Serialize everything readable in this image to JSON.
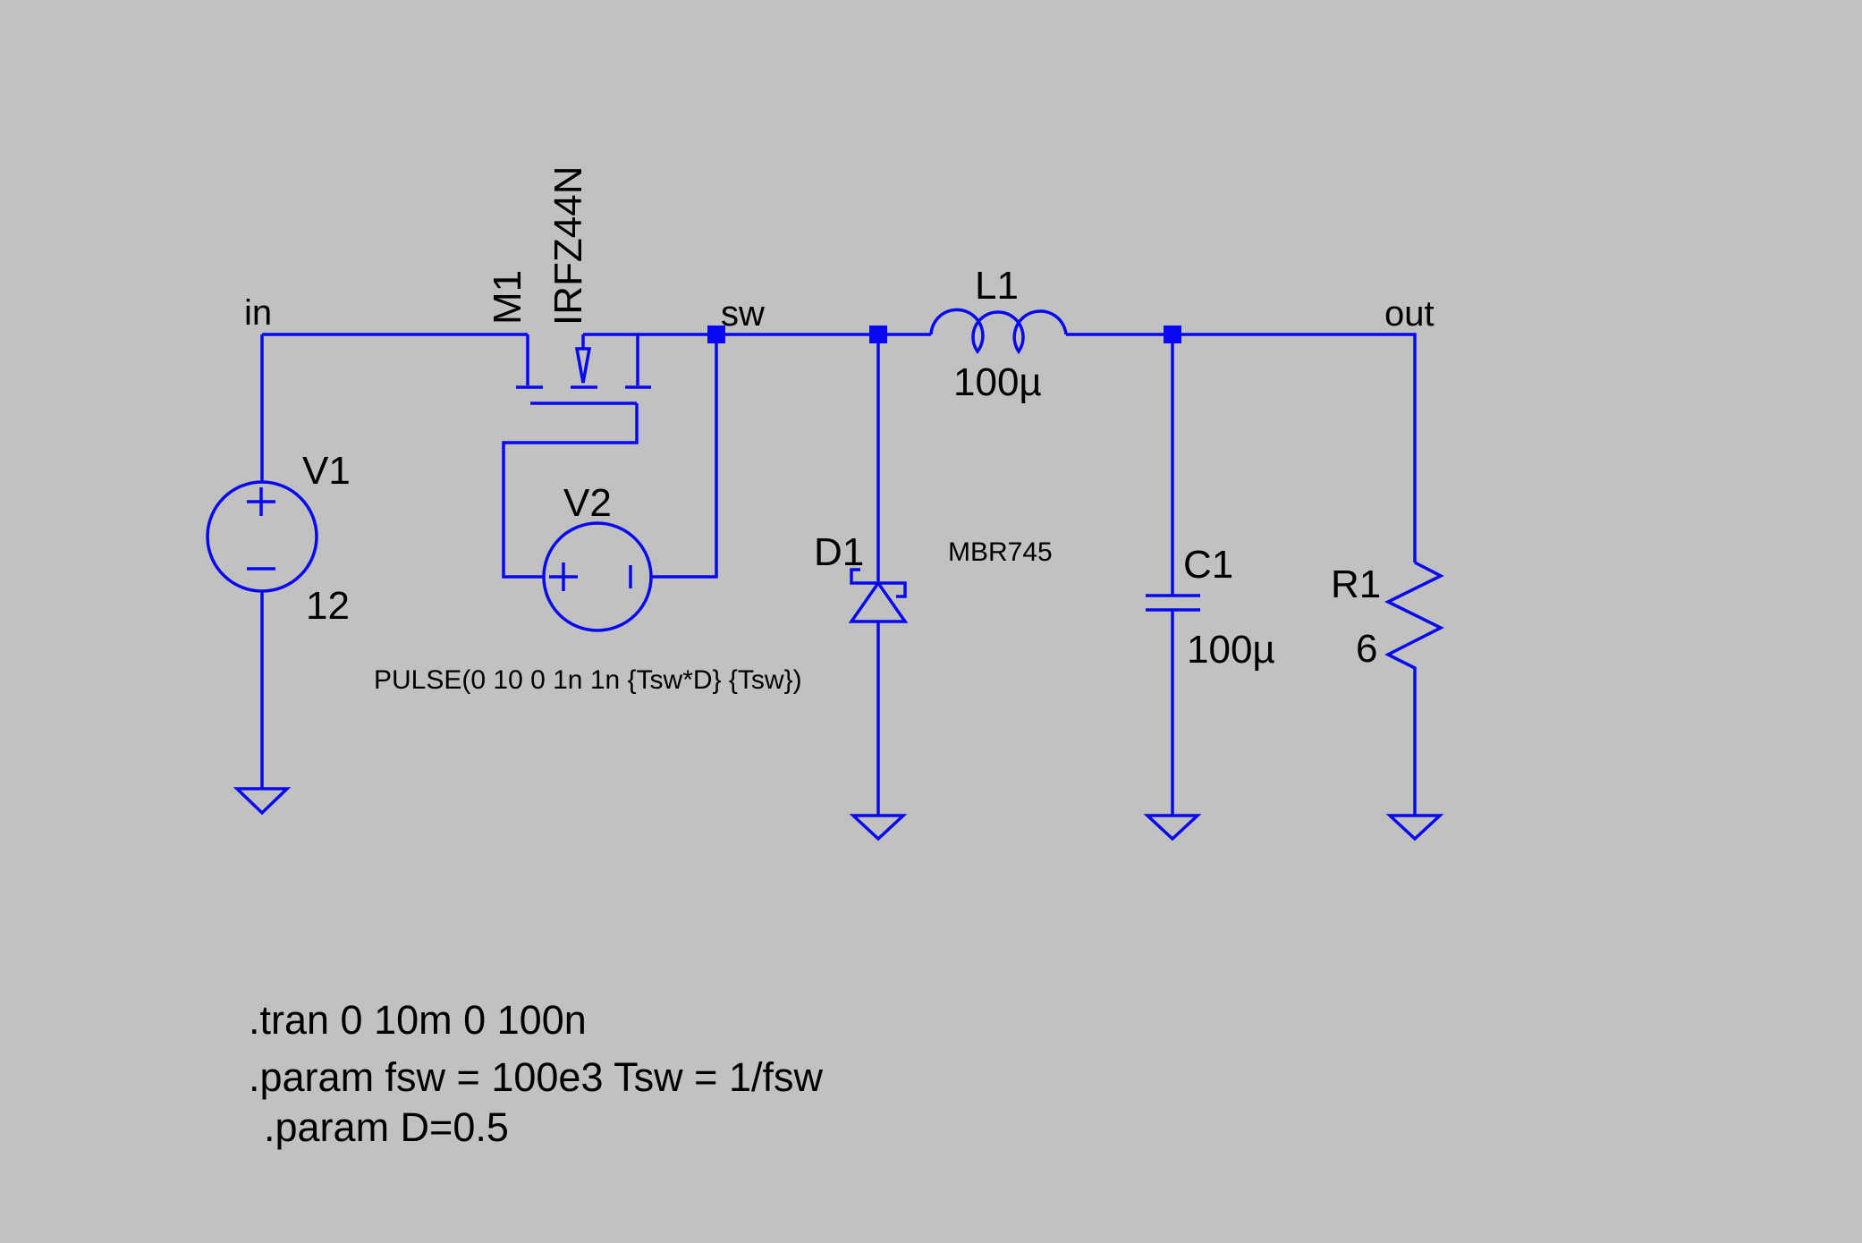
{
  "schematic": {
    "colors": {
      "background": "#c1c1c1",
      "wire": "#0808f0",
      "text": "#000000"
    },
    "net_labels": {
      "in": "in",
      "sw": "sw",
      "out": "out"
    },
    "components": {
      "V1": {
        "ref": "V1",
        "value": "12"
      },
      "V2": {
        "ref": "V2",
        "value": "PULSE(0 10 0 1n 1n {Tsw*D} {Tsw})"
      },
      "M1": {
        "ref": "M1",
        "model": "IRFZ44N"
      },
      "D1": {
        "ref": "D1",
        "model": "MBR745"
      },
      "L1": {
        "ref": "L1",
        "value": "100µ"
      },
      "C1": {
        "ref": "C1",
        "value": "100µ"
      },
      "R1": {
        "ref": "R1",
        "value": "6"
      }
    },
    "spice_directives": [
      ".tran 0 10m 0 100n",
      ".param fsw = 100e3 Tsw = 1/fsw",
      ".param D=0.5"
    ]
  }
}
